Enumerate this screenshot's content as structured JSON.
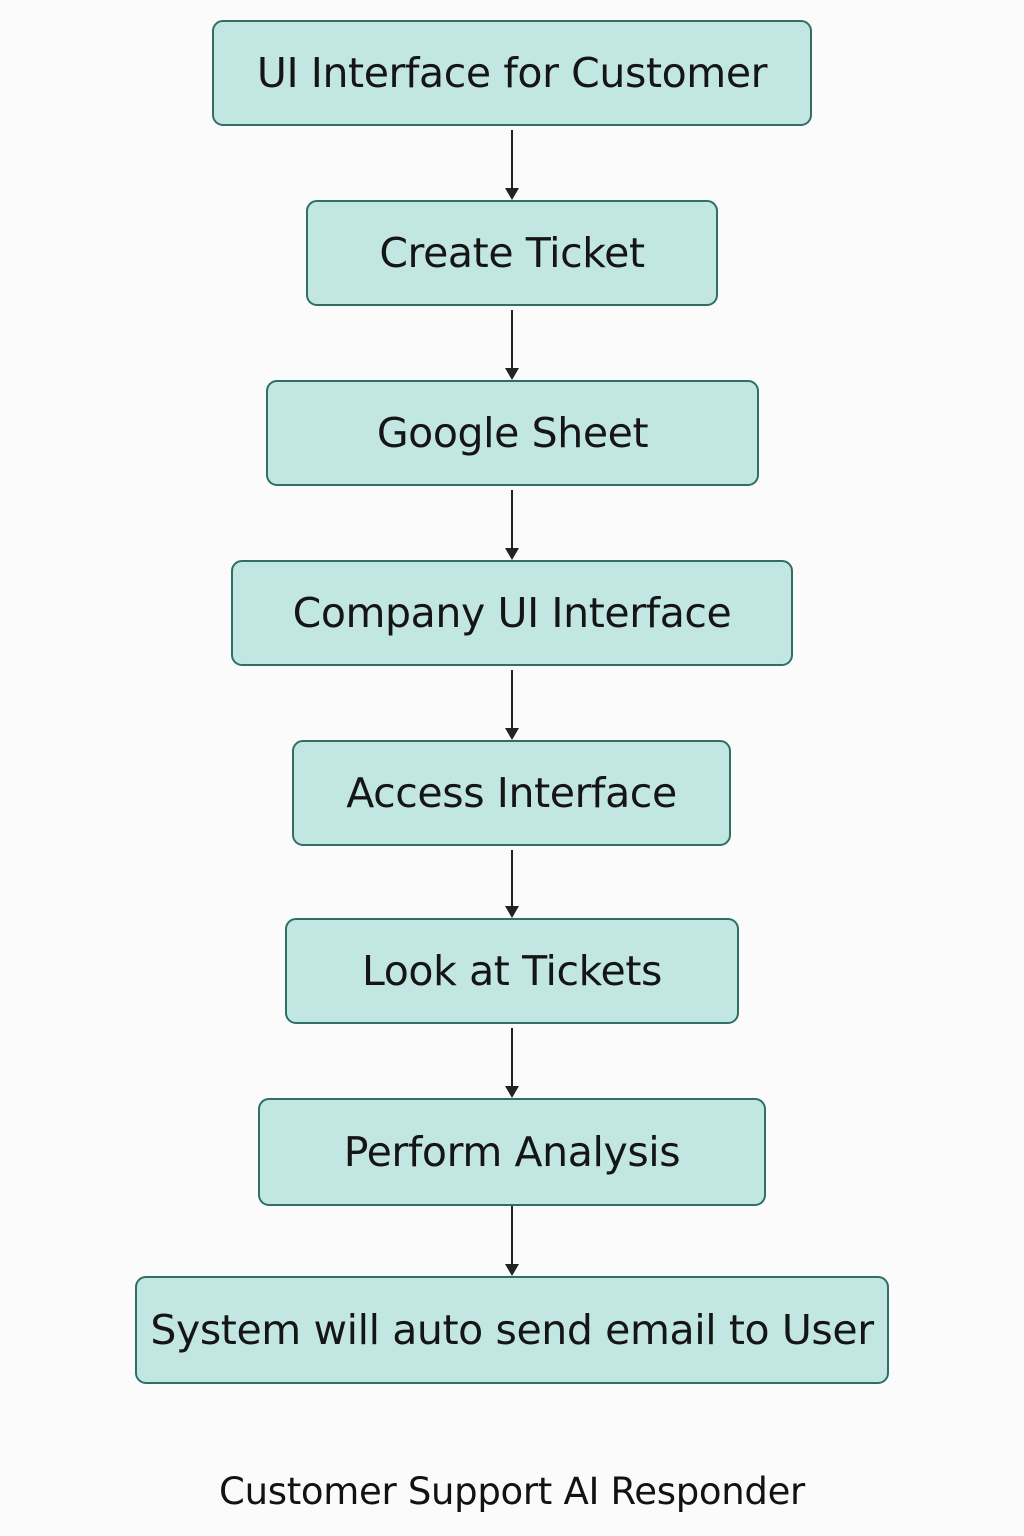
{
  "flowchart": {
    "steps": [
      "UI Interface for Customer",
      "Create Ticket",
      "Google Sheet",
      "Company UI Interface",
      "Access Interface",
      "Look at Tickets",
      "Perform Analysis",
      "System will auto send email to User"
    ],
    "caption": "Customer Support AI Responder"
  },
  "colors": {
    "box_fill": "#c2e7e3",
    "box_border": "#2f6f66",
    "arrow": "#222222",
    "background": "#fbfbfb"
  }
}
